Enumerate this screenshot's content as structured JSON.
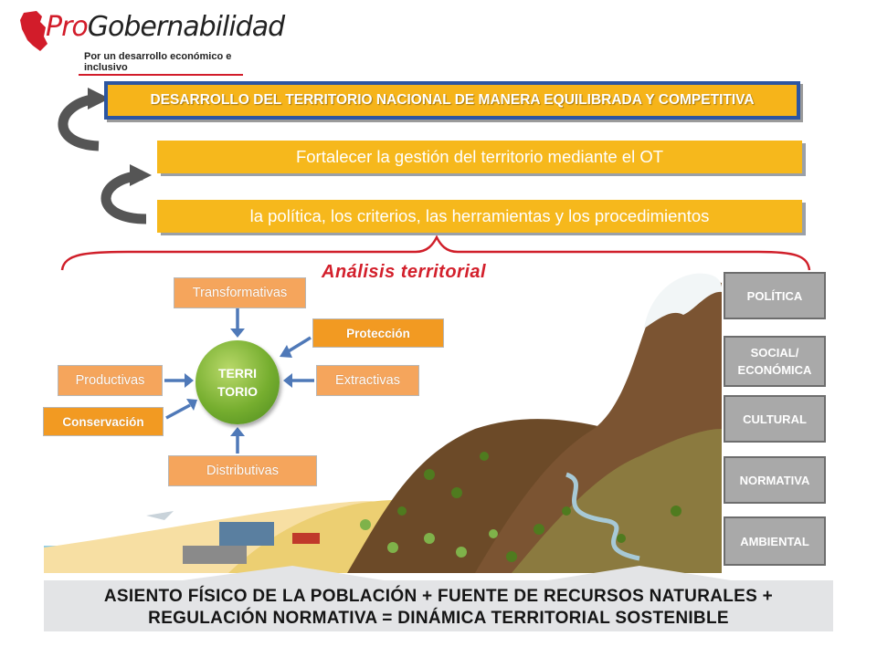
{
  "logo": {
    "brand_pro": "Pro",
    "brand_rest": "Gobernabilidad",
    "tagline": "Por un desarrollo económico e inclusivo"
  },
  "banners": {
    "top": "DESARROLLO DEL TERRITORIO NACIONAL DE MANERA EQUILIBRADA Y COMPETITIVA",
    "second": "Fortalecer la gestión del territorio mediante el OT",
    "third": "la política, los criterios, las herramientas y los procedimientos"
  },
  "analysis": {
    "title": "Análisis territorial",
    "center_line1": "TERRI",
    "center_line2": "TORIO",
    "boxes": {
      "transformativas": "Transformativas",
      "proteccion": "Protección",
      "productivas": "Productivas",
      "extractivas": "Extractivas",
      "conservacion": "Conservación",
      "distributivas": "Distributivas"
    }
  },
  "dimensions": {
    "politica": "POLÍTICA",
    "social_line1": "SOCIAL/",
    "social_line2": "ECONÓMICA",
    "cultural": "CULTURAL",
    "normativa": "NORMATIVA",
    "ambiental": "AMBIENTAL"
  },
  "footer": {
    "line1": "ASIENTO FÍSICO DE LA POBLACIÓN + FUENTE DE RECURSOS NATURALES +",
    "line2": "REGULACIÓN NORMATIVA = DINÁMICA TERRITORIAL SOSTENIBLE"
  },
  "colors": {
    "brand_red": "#d21c2a",
    "banner_yellow": "#f6b81c",
    "banner_border": "#2b55a1",
    "orange_box": "#f5a55c",
    "territorio_green": "#76ae2f",
    "dimension_grey": "#a9a9a9"
  }
}
